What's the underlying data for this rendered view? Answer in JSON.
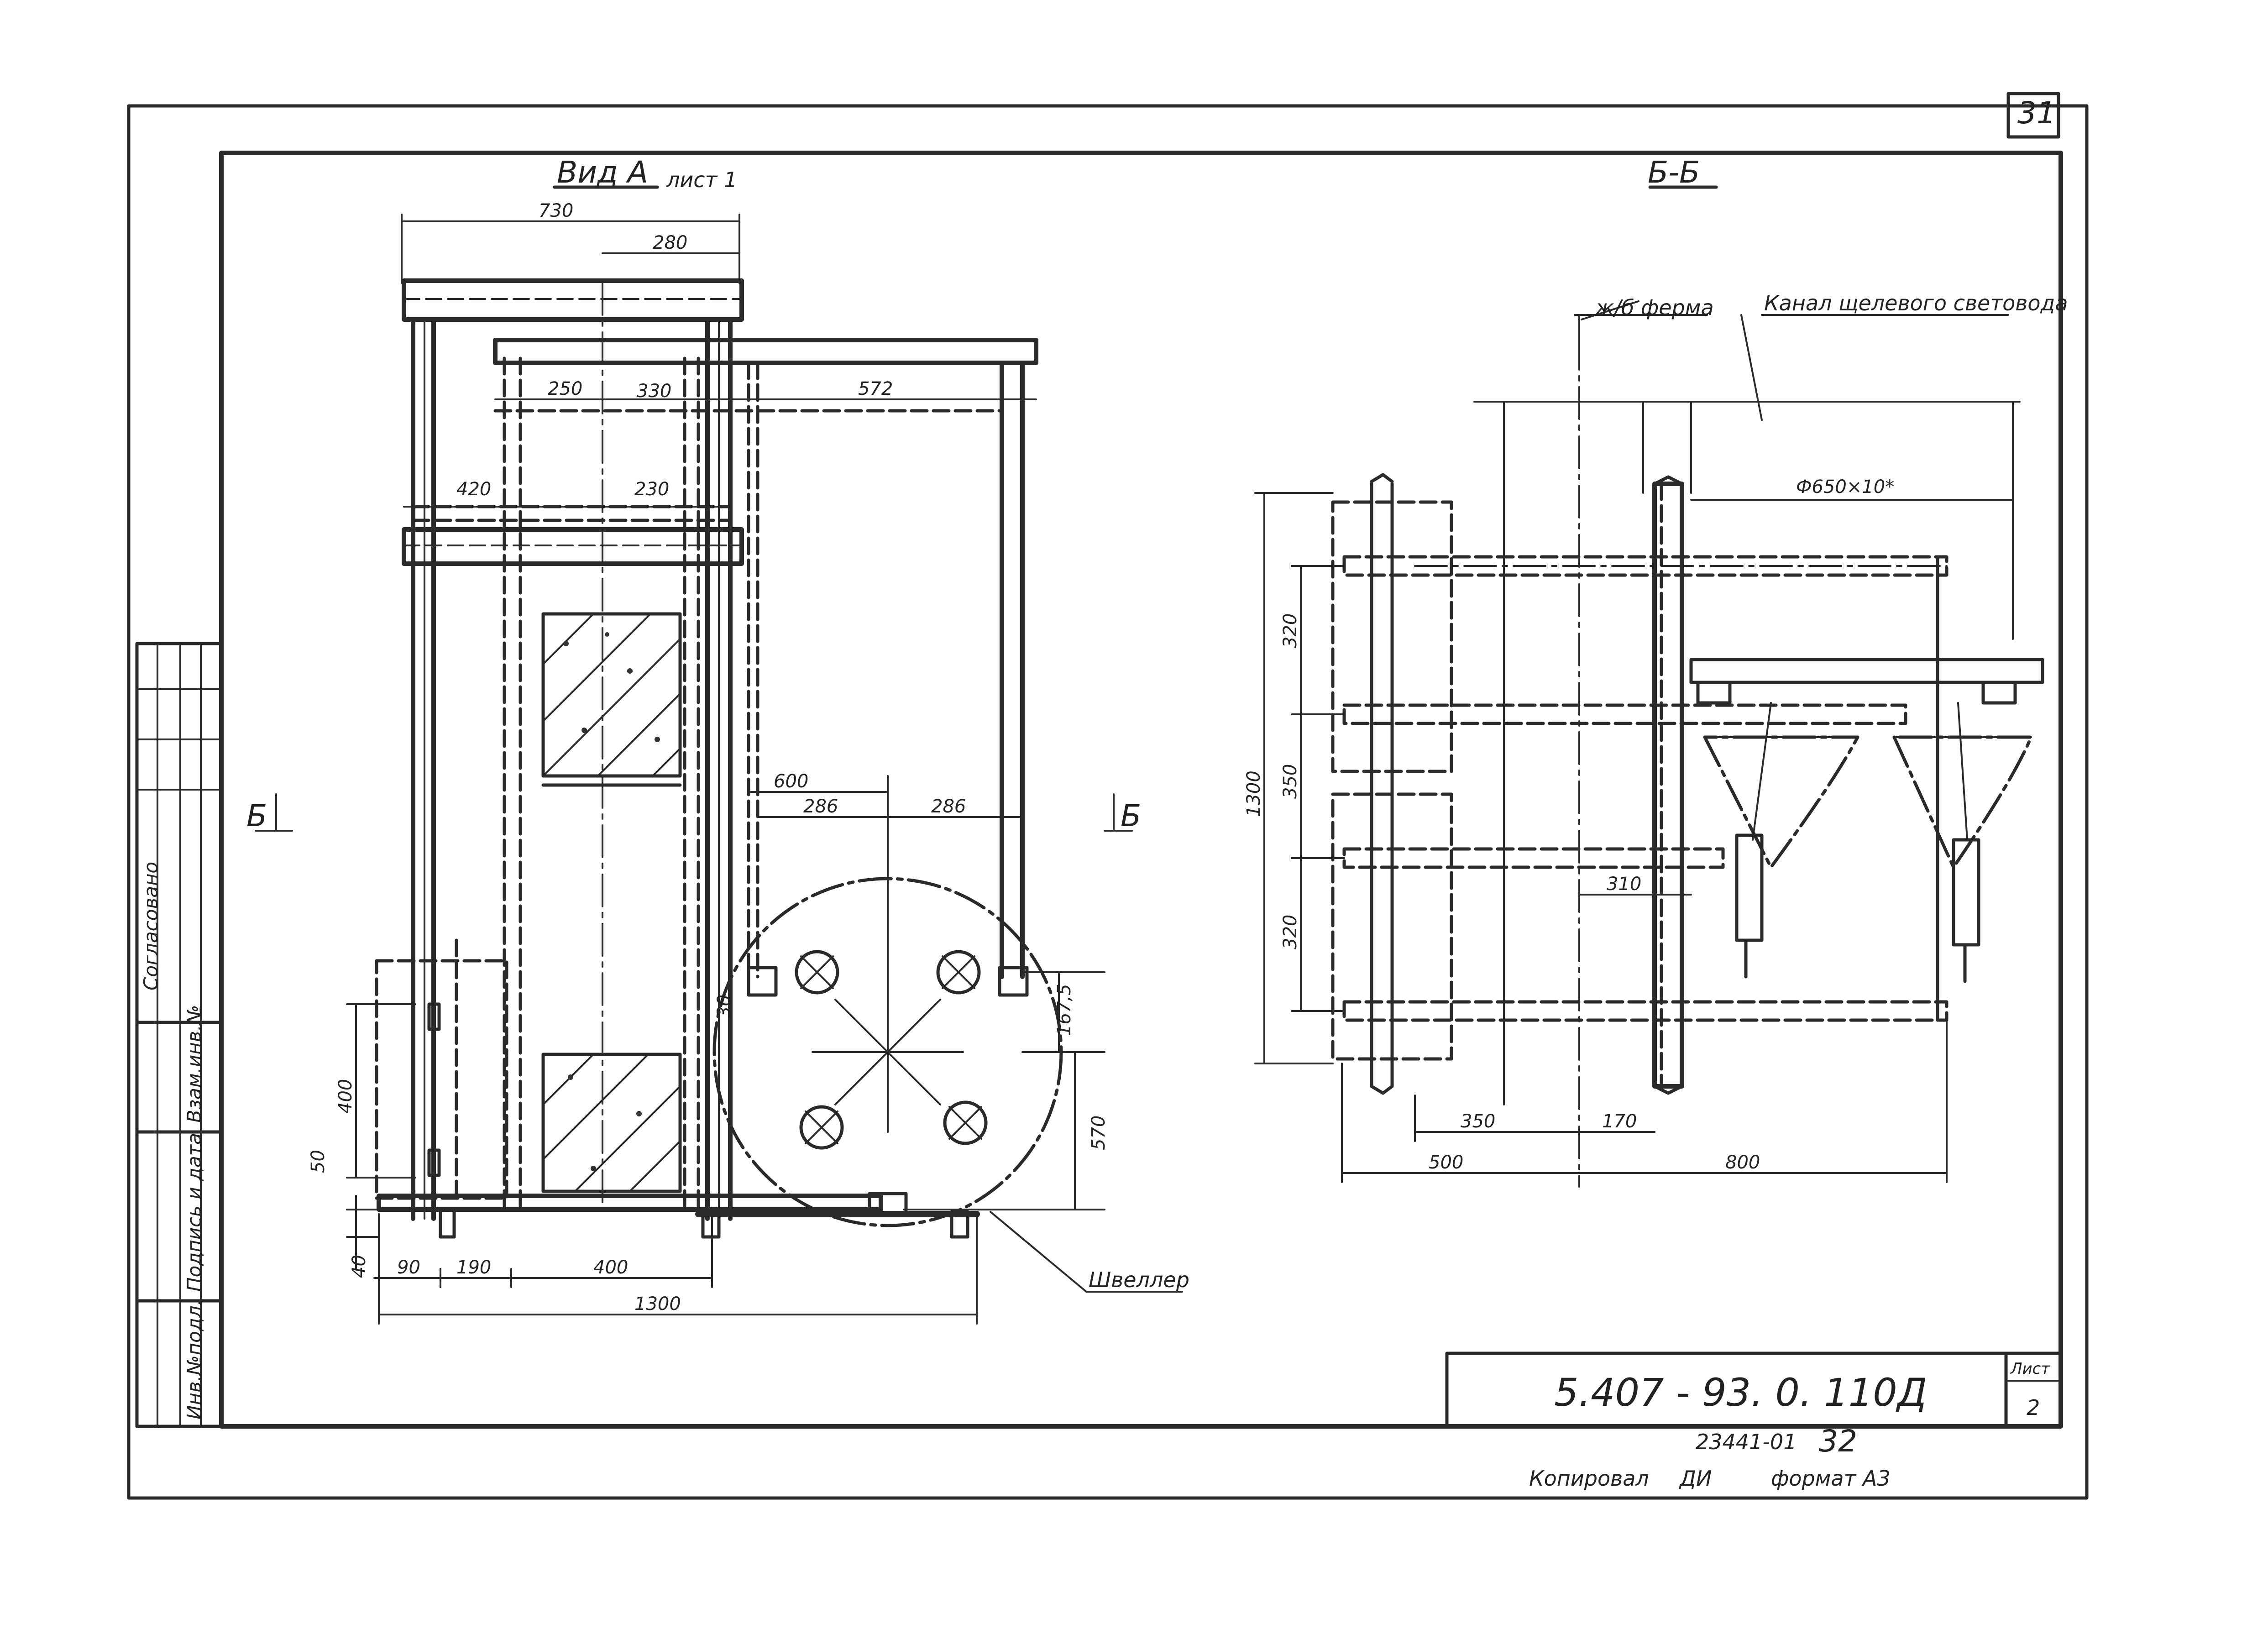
{
  "sheet": {
    "corner_number": "31",
    "code": "5.407 - 93. 0. 110Д",
    "sheet_label": "Лист",
    "sheet_number": "2",
    "archive_number": "23441-01",
    "copy_number": "32",
    "copied_label": "Копировал",
    "format_label": "формат А3"
  },
  "side_stamp": {
    "agreed": "Согласовано",
    "swap_inv": "Взам.инв.№",
    "signature_date": "Подпись и дата",
    "inv_original": "Инв.№подл."
  },
  "view_a": {
    "title": "Вид А",
    "sheet_ref": "лист 1",
    "section_mark_left": "Б",
    "section_mark_right": "Б",
    "channel_label": "Швеллер",
    "dims": {
      "d730": "730",
      "d280": "280",
      "d250": "250",
      "d330": "330",
      "d572": "572",
      "d420": "420",
      "d230": "230",
      "d600": "600",
      "d286a": "286",
      "d286b": "286",
      "d30": "30",
      "d167_5": "167,5",
      "d570": "570",
      "d400v": "400",
      "d50": "50",
      "d40": "40",
      "d90": "90",
      "d190": "190",
      "d400h": "400",
      "d1300": "1300"
    }
  },
  "section_bb": {
    "title": "Б-Б",
    "truss_label": "ж/б ферма",
    "channel_label": "Канал щелевого световода",
    "diameter": "Ф650×10*",
    "dims": {
      "d320a": "320",
      "d350": "350",
      "d320b": "320",
      "d1300": "1300",
      "d310": "310",
      "d350h": "350",
      "d170": "170",
      "d500": "500",
      "d800": "800"
    }
  }
}
